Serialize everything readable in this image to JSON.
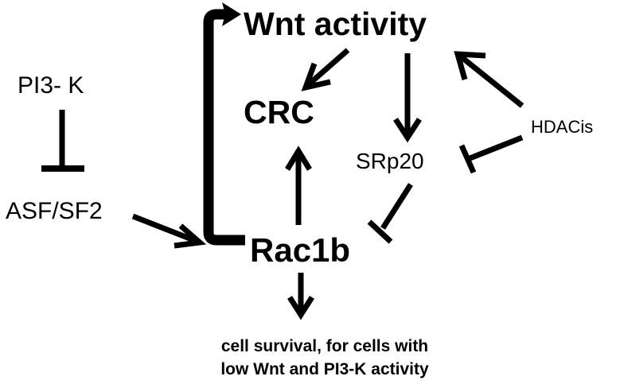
{
  "nodes": {
    "wnt": "Wnt activity",
    "crc": "CRC",
    "pi3k": "PI3- K",
    "asf": "ASF/SF2",
    "rac1b": "Rac1b",
    "srp20": "SRp20",
    "hdacis": "HDACis",
    "survival_line1": "cell survival, for cells with",
    "survival_line2": "low Wnt and PI3-K activity"
  },
  "colors": {
    "ink": "#000000",
    "background": "#ffffff"
  }
}
